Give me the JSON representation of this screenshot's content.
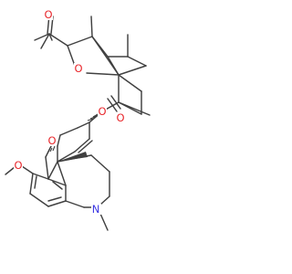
{
  "molecule": {
    "atom_labels": {
      "ketone_O": "O",
      "lactone_O": "O",
      "ester_carbonyl_O": "O",
      "ester_O": "O",
      "furan_O": "O",
      "methoxy_O": "O",
      "amine_N": "N"
    },
    "colors": {
      "bond": "#404040",
      "oxygen": "#e8262b",
      "nitrogen": "#3a35e3",
      "background": "#ffffff"
    }
  }
}
